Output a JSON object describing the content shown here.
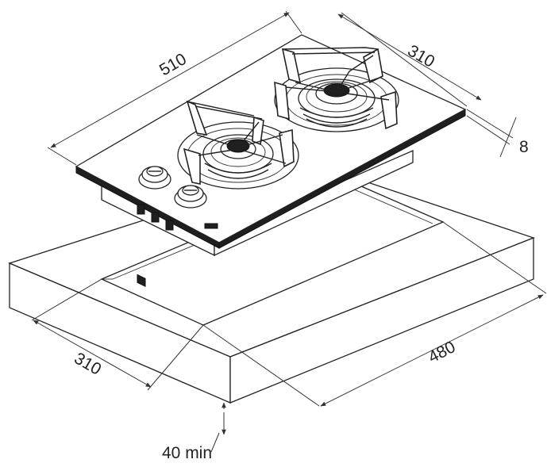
{
  "diagram": {
    "dimensions": {
      "hob_length": "510",
      "hob_width": "310",
      "glass_thickness": "8",
      "cutout_width": "310",
      "cutout_length": "480",
      "worktop_min": "40 min"
    },
    "components": [
      "worktop",
      "cutout",
      "glass-hob",
      "burner-left",
      "burner-right",
      "control-knob-left",
      "control-knob-right"
    ]
  }
}
